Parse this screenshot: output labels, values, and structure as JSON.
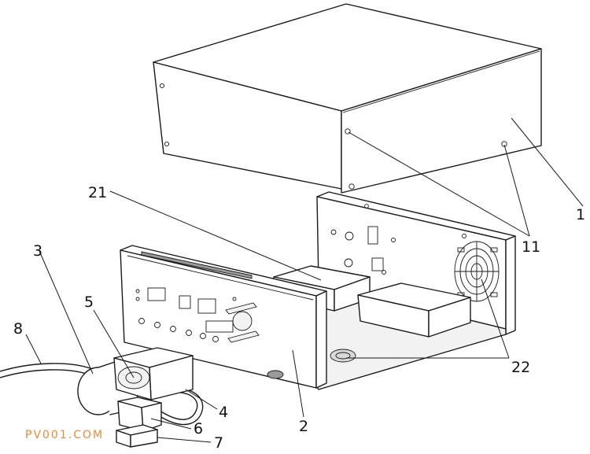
{
  "callouts": {
    "c1": "1",
    "c11": "11",
    "c21": "21",
    "c22": "22",
    "c2": "2",
    "c3": "3",
    "c4": "4",
    "c5": "5",
    "c6": "6",
    "c7": "7",
    "c8": "8"
  },
  "watermark": "PV001.COM",
  "colors": {
    "line": "#1a1a1a",
    "watermark": "#e88a3c",
    "background": "#ffffff"
  }
}
